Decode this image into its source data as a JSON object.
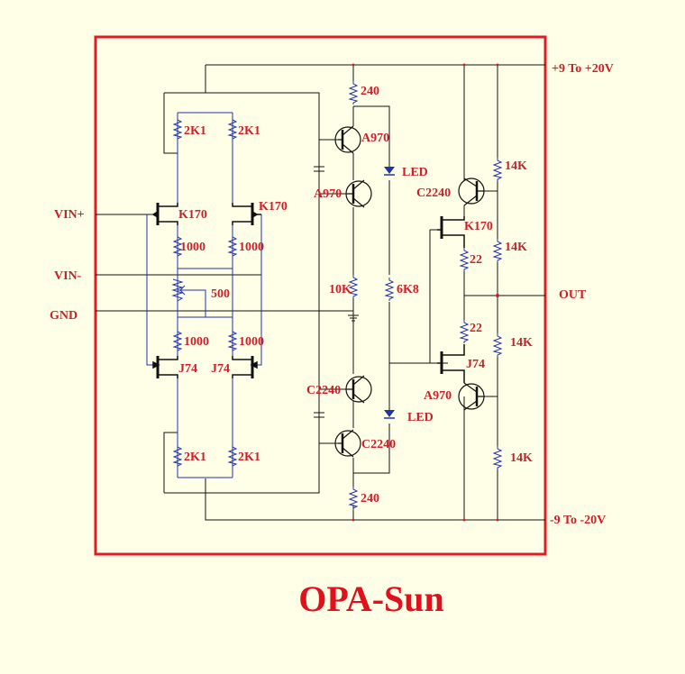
{
  "diagram": {
    "title": "OPA-Sun",
    "colors": {
      "frame": "#e01c24",
      "label": "#cc1f2a",
      "wire": "#111111",
      "component": "#2233aa",
      "background": "#ffffe8"
    },
    "terminals": {
      "vin_plus": "VIN+",
      "vin_minus": "VIN-",
      "gnd": "GND",
      "vpos": "+9 To +20V",
      "vneg": "-9 To -20V",
      "out": "OUT"
    },
    "labels": {
      "r_2k1_tl": "2K1",
      "r_2k1_tr": "2K1",
      "q_k170_l": "K170",
      "q_k170_r": "K170",
      "r_1000_tl": "1000",
      "r_1000_tr": "1000",
      "pot_500": "500",
      "r_1000_bl": "1000",
      "r_1000_br": "1000",
      "q_j74_l": "J74",
      "q_j74_r": "J74",
      "r_2k1_bl": "2K1",
      "r_2k1_br": "2K1",
      "r_240_top": "240",
      "q_a970_1": "A970",
      "led_top": "LED",
      "q_a970_2": "A970",
      "r_10k": "10K",
      "r_6k8": "6K8",
      "q_c2240_1": "C2240",
      "led_bot": "LED",
      "q_c2240_2": "C2240",
      "r_240_bot": "240",
      "q_c2240_out": "C2240",
      "q_k170_out": "K170",
      "r_22_top": "22",
      "r_22_bot": "22",
      "q_j74_out": "J74",
      "q_a970_out": "A970",
      "r_14k_1": "14K",
      "r_14k_2": "14K",
      "r_14k_3": "14K",
      "r_14k_4": "14K"
    }
  }
}
